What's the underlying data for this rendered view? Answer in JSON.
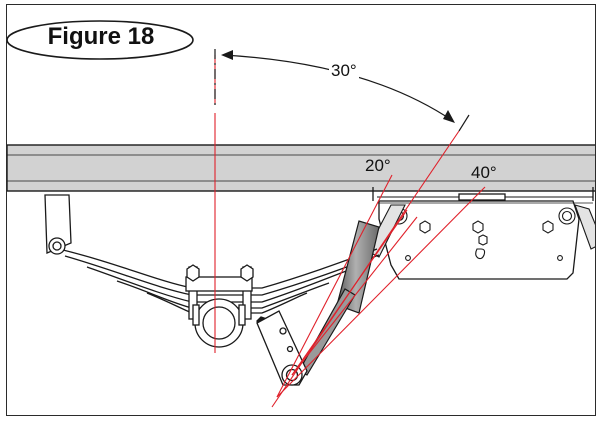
{
  "figure": {
    "label": "Figure 18"
  },
  "angles": {
    "top_angle_label": "30°",
    "left_line_label": "20°",
    "right_line_label": "40°"
  },
  "colors": {
    "reference_lines": "#e0212b",
    "drawing": "#1a1a1a",
    "frame_fill": "#d4d4d4"
  }
}
